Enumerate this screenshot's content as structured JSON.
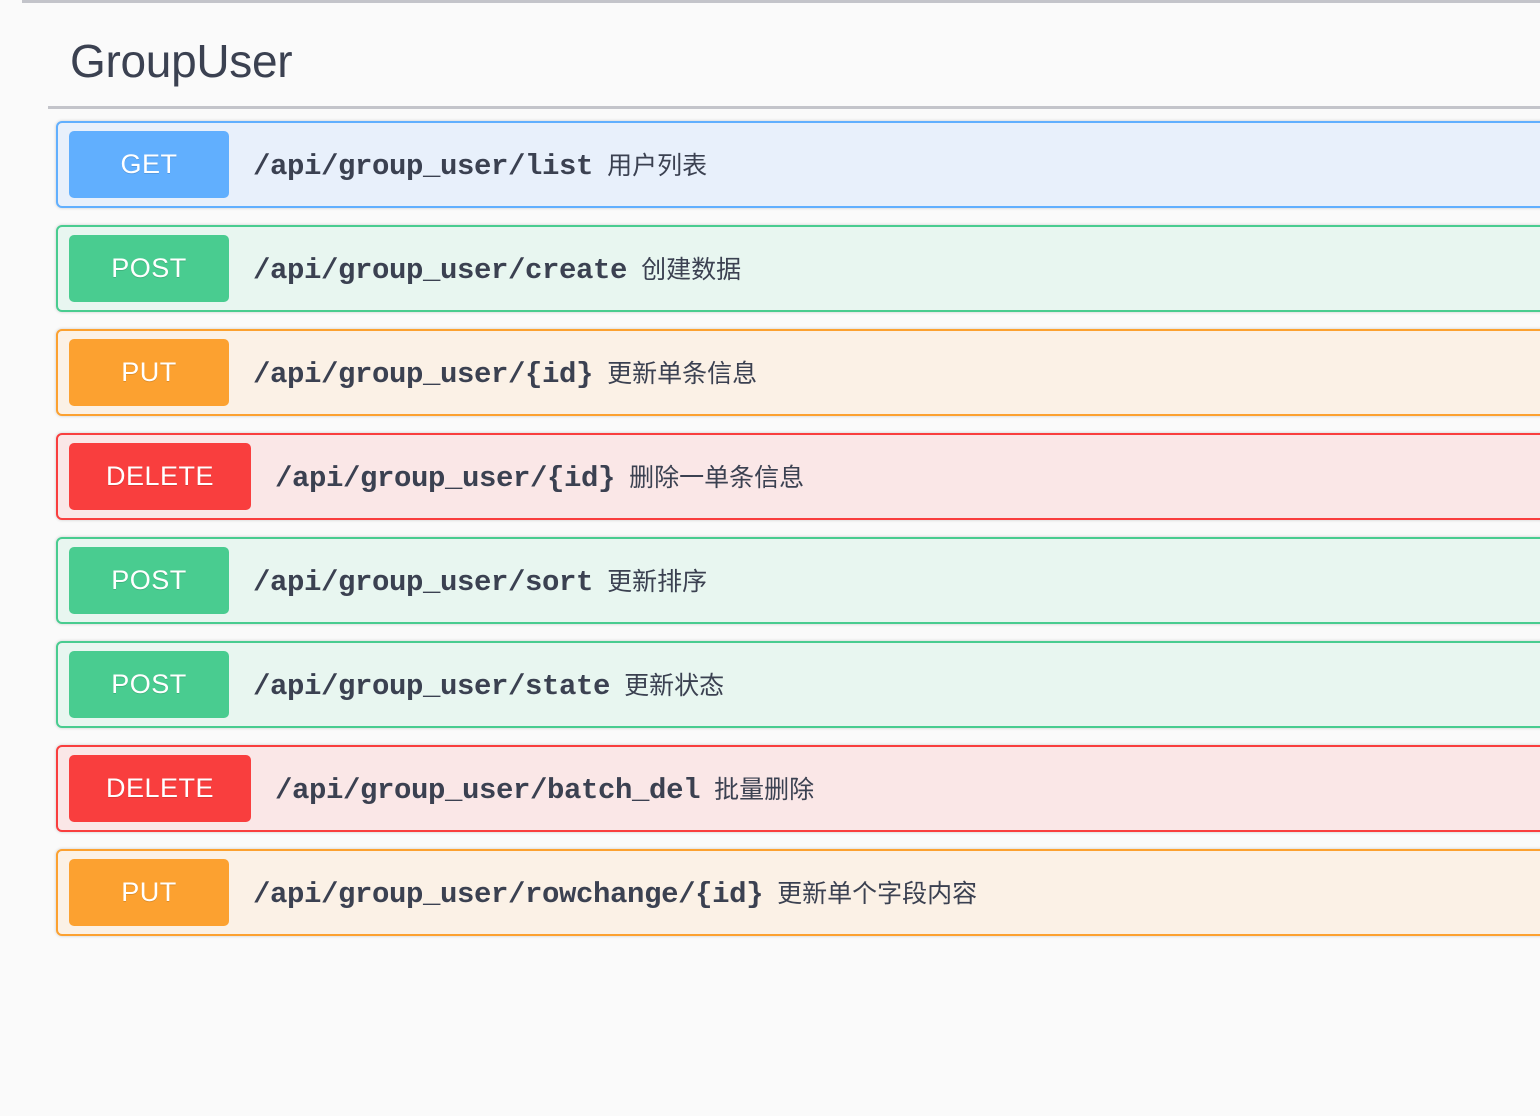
{
  "panel": {
    "tag_title": "GroupUser"
  },
  "operations": [
    {
      "method": "GET",
      "method_class": "get",
      "path": "/api/group_user/list",
      "description": "用户列表",
      "accent": "#61affe",
      "background": "#e8f0fb"
    },
    {
      "method": "POST",
      "method_class": "post",
      "path": "/api/group_user/create",
      "description": "创建数据",
      "accent": "#49cc90",
      "background": "#e8f6f0"
    },
    {
      "method": "PUT",
      "method_class": "put",
      "path": "/api/group_user/{id}",
      "description": "更新单条信息",
      "accent": "#fca130",
      "background": "#fbf1e6"
    },
    {
      "method": "DELETE",
      "method_class": "delete",
      "path": "/api/group_user/{id}",
      "description": "删除一单条信息",
      "accent": "#f93e3e",
      "background": "#fae7e7"
    },
    {
      "method": "POST",
      "method_class": "post",
      "path": "/api/group_user/sort",
      "description": "更新排序",
      "accent": "#49cc90",
      "background": "#e8f6f0"
    },
    {
      "method": "POST",
      "method_class": "post",
      "path": "/api/group_user/state",
      "description": "更新状态",
      "accent": "#49cc90",
      "background": "#e8f6f0"
    },
    {
      "method": "DELETE",
      "method_class": "delete",
      "path": "/api/group_user/batch_del",
      "description": "批量删除",
      "accent": "#f93e3e",
      "background": "#fae7e7"
    },
    {
      "method": "PUT",
      "method_class": "put",
      "path": "/api/group_user/rowchange/{id}",
      "description": "更新单个字段内容",
      "accent": "#fca130",
      "background": "#fbf1e6"
    }
  ]
}
